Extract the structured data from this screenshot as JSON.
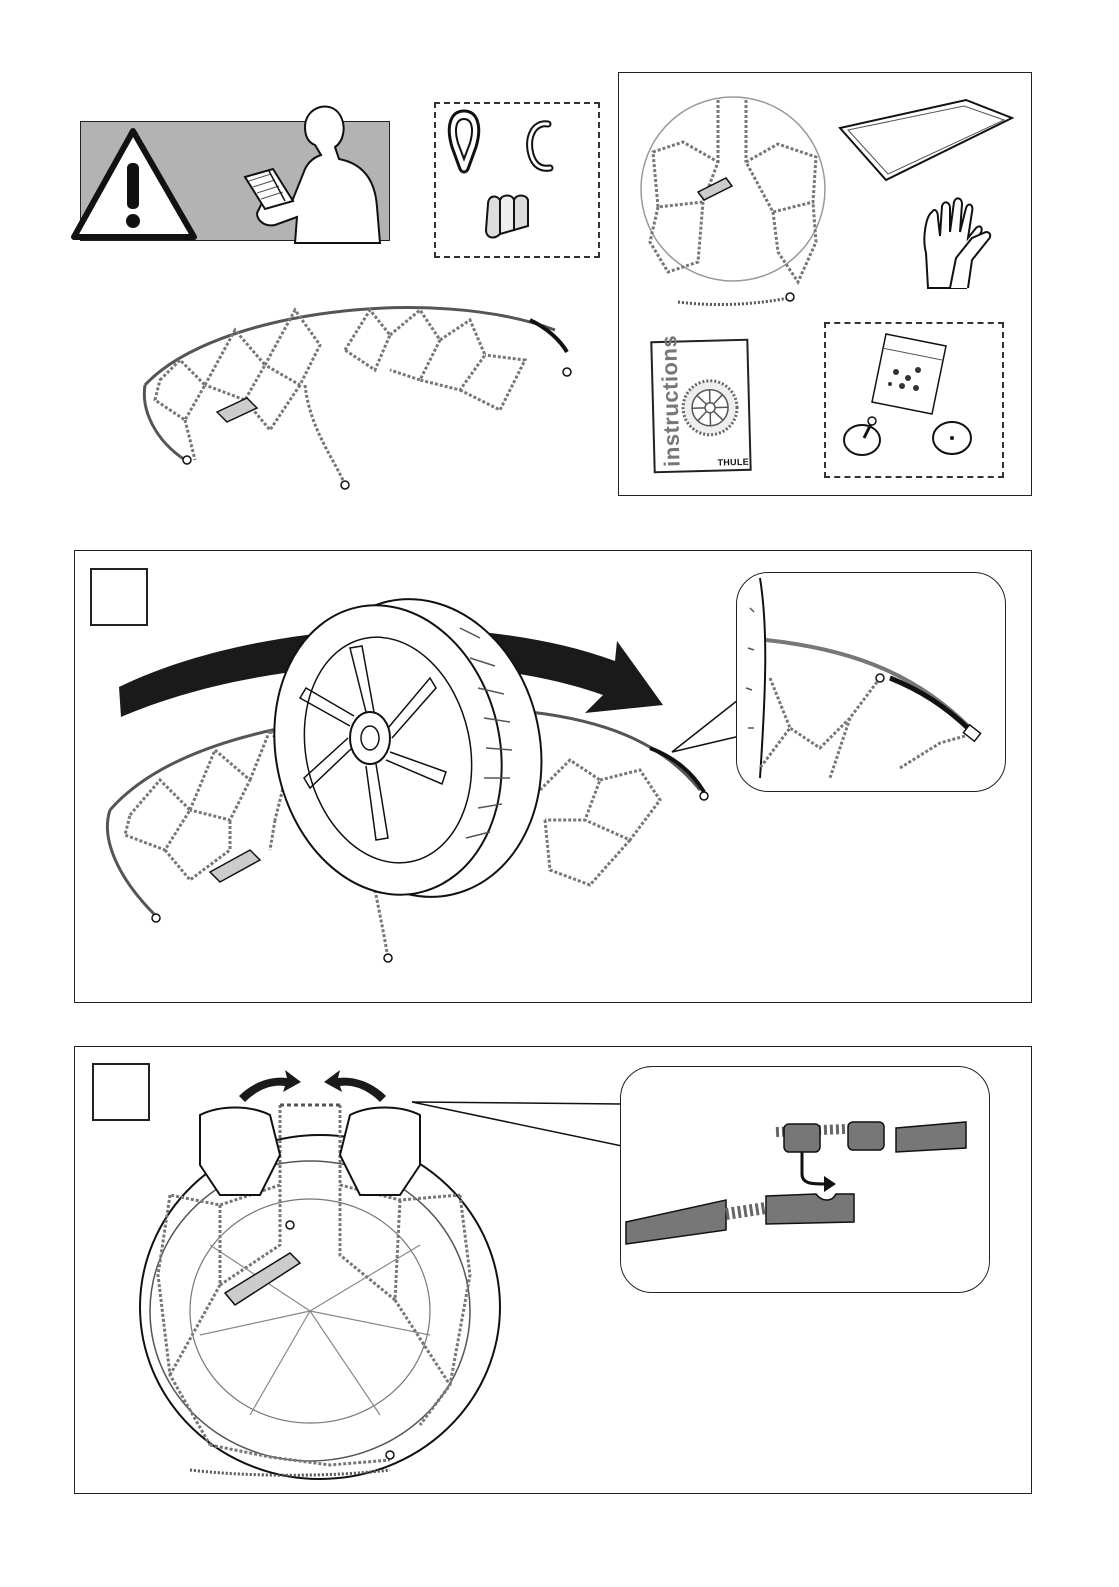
{
  "page": {
    "sections": [
      {
        "name": "overview",
        "step_label": ""
      },
      {
        "name": "step-1",
        "step_label": ""
      },
      {
        "name": "step-2",
        "step_label": ""
      }
    ]
  },
  "booklet": {
    "title": "instructions",
    "brand": "THULE"
  },
  "colors": {
    "warning_panel": "#b3b3b3",
    "line": "#222222",
    "arrow": "#1a1a1a",
    "cable_gray": "#777777"
  },
  "icons": {
    "warning": "warning-triangle-icon",
    "reader": "person-reading-icon",
    "gloves": "gloves-icon",
    "mat": "kneeling-mat-icon"
  }
}
